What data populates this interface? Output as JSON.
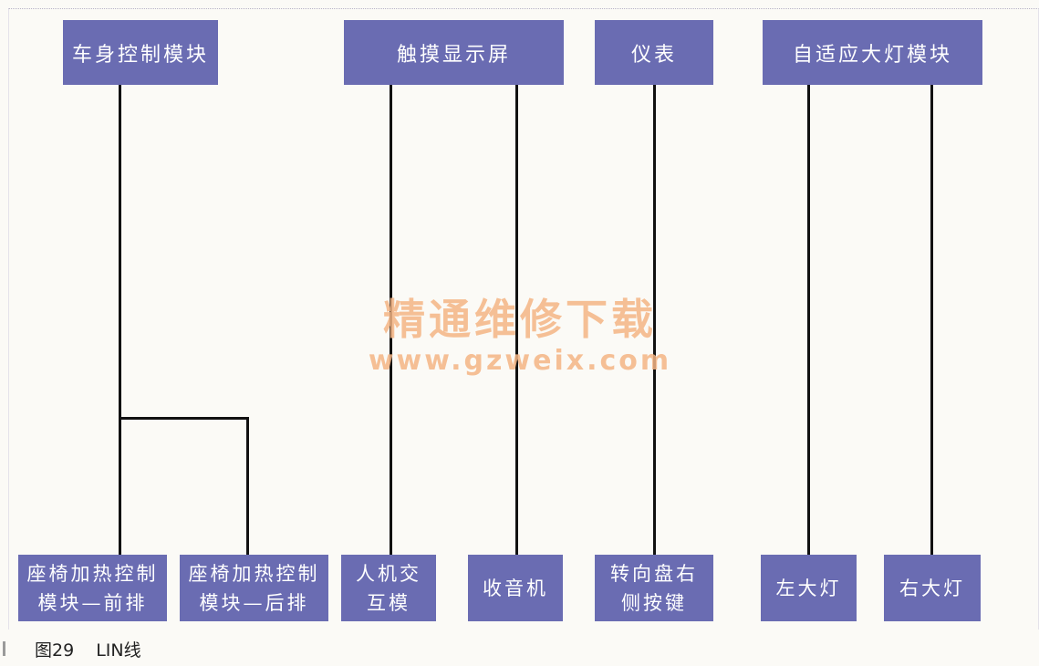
{
  "diagram": {
    "top_modules": [
      {
        "id": "bcm",
        "label": "车身控制模块"
      },
      {
        "id": "touch",
        "label": "触摸显示屏"
      },
      {
        "id": "cluster",
        "label": "仪表"
      },
      {
        "id": "afs",
        "label": "自适应大灯模块"
      }
    ],
    "bottom_modules": [
      {
        "id": "seat_front",
        "lines": [
          "座椅加热控制",
          "模块—前排"
        ]
      },
      {
        "id": "seat_rear",
        "lines": [
          "座椅加热控制",
          "模块—后排"
        ]
      },
      {
        "id": "hmi",
        "lines": [
          "人机交",
          "互模"
        ]
      },
      {
        "id": "radio",
        "lines": [
          "收音机"
        ]
      },
      {
        "id": "steer_right",
        "lines": [
          "转向盘右",
          "侧按键"
        ]
      },
      {
        "id": "left_lamp",
        "lines": [
          "左大灯"
        ]
      },
      {
        "id": "right_lamp",
        "lines": [
          "右大灯"
        ]
      }
    ],
    "connections": [
      {
        "from": "bcm",
        "to": "seat_front"
      },
      {
        "from": "bcm",
        "to": "seat_rear"
      },
      {
        "from": "touch",
        "to": "hmi"
      },
      {
        "from": "touch",
        "to": "radio"
      },
      {
        "from": "cluster",
        "to": "steer_right"
      },
      {
        "from": "afs",
        "to": "left_lamp"
      },
      {
        "from": "afs",
        "to": "right_lamp"
      }
    ]
  },
  "watermark": {
    "line1": "精通维修下载",
    "line2": "www.gzweix.com"
  },
  "caption": {
    "figure": "图29",
    "title": "LIN线"
  },
  "colors": {
    "box": "#6a6cb2",
    "box_text": "#ffffff",
    "wire": "#111111",
    "watermark": "#f4b585"
  }
}
